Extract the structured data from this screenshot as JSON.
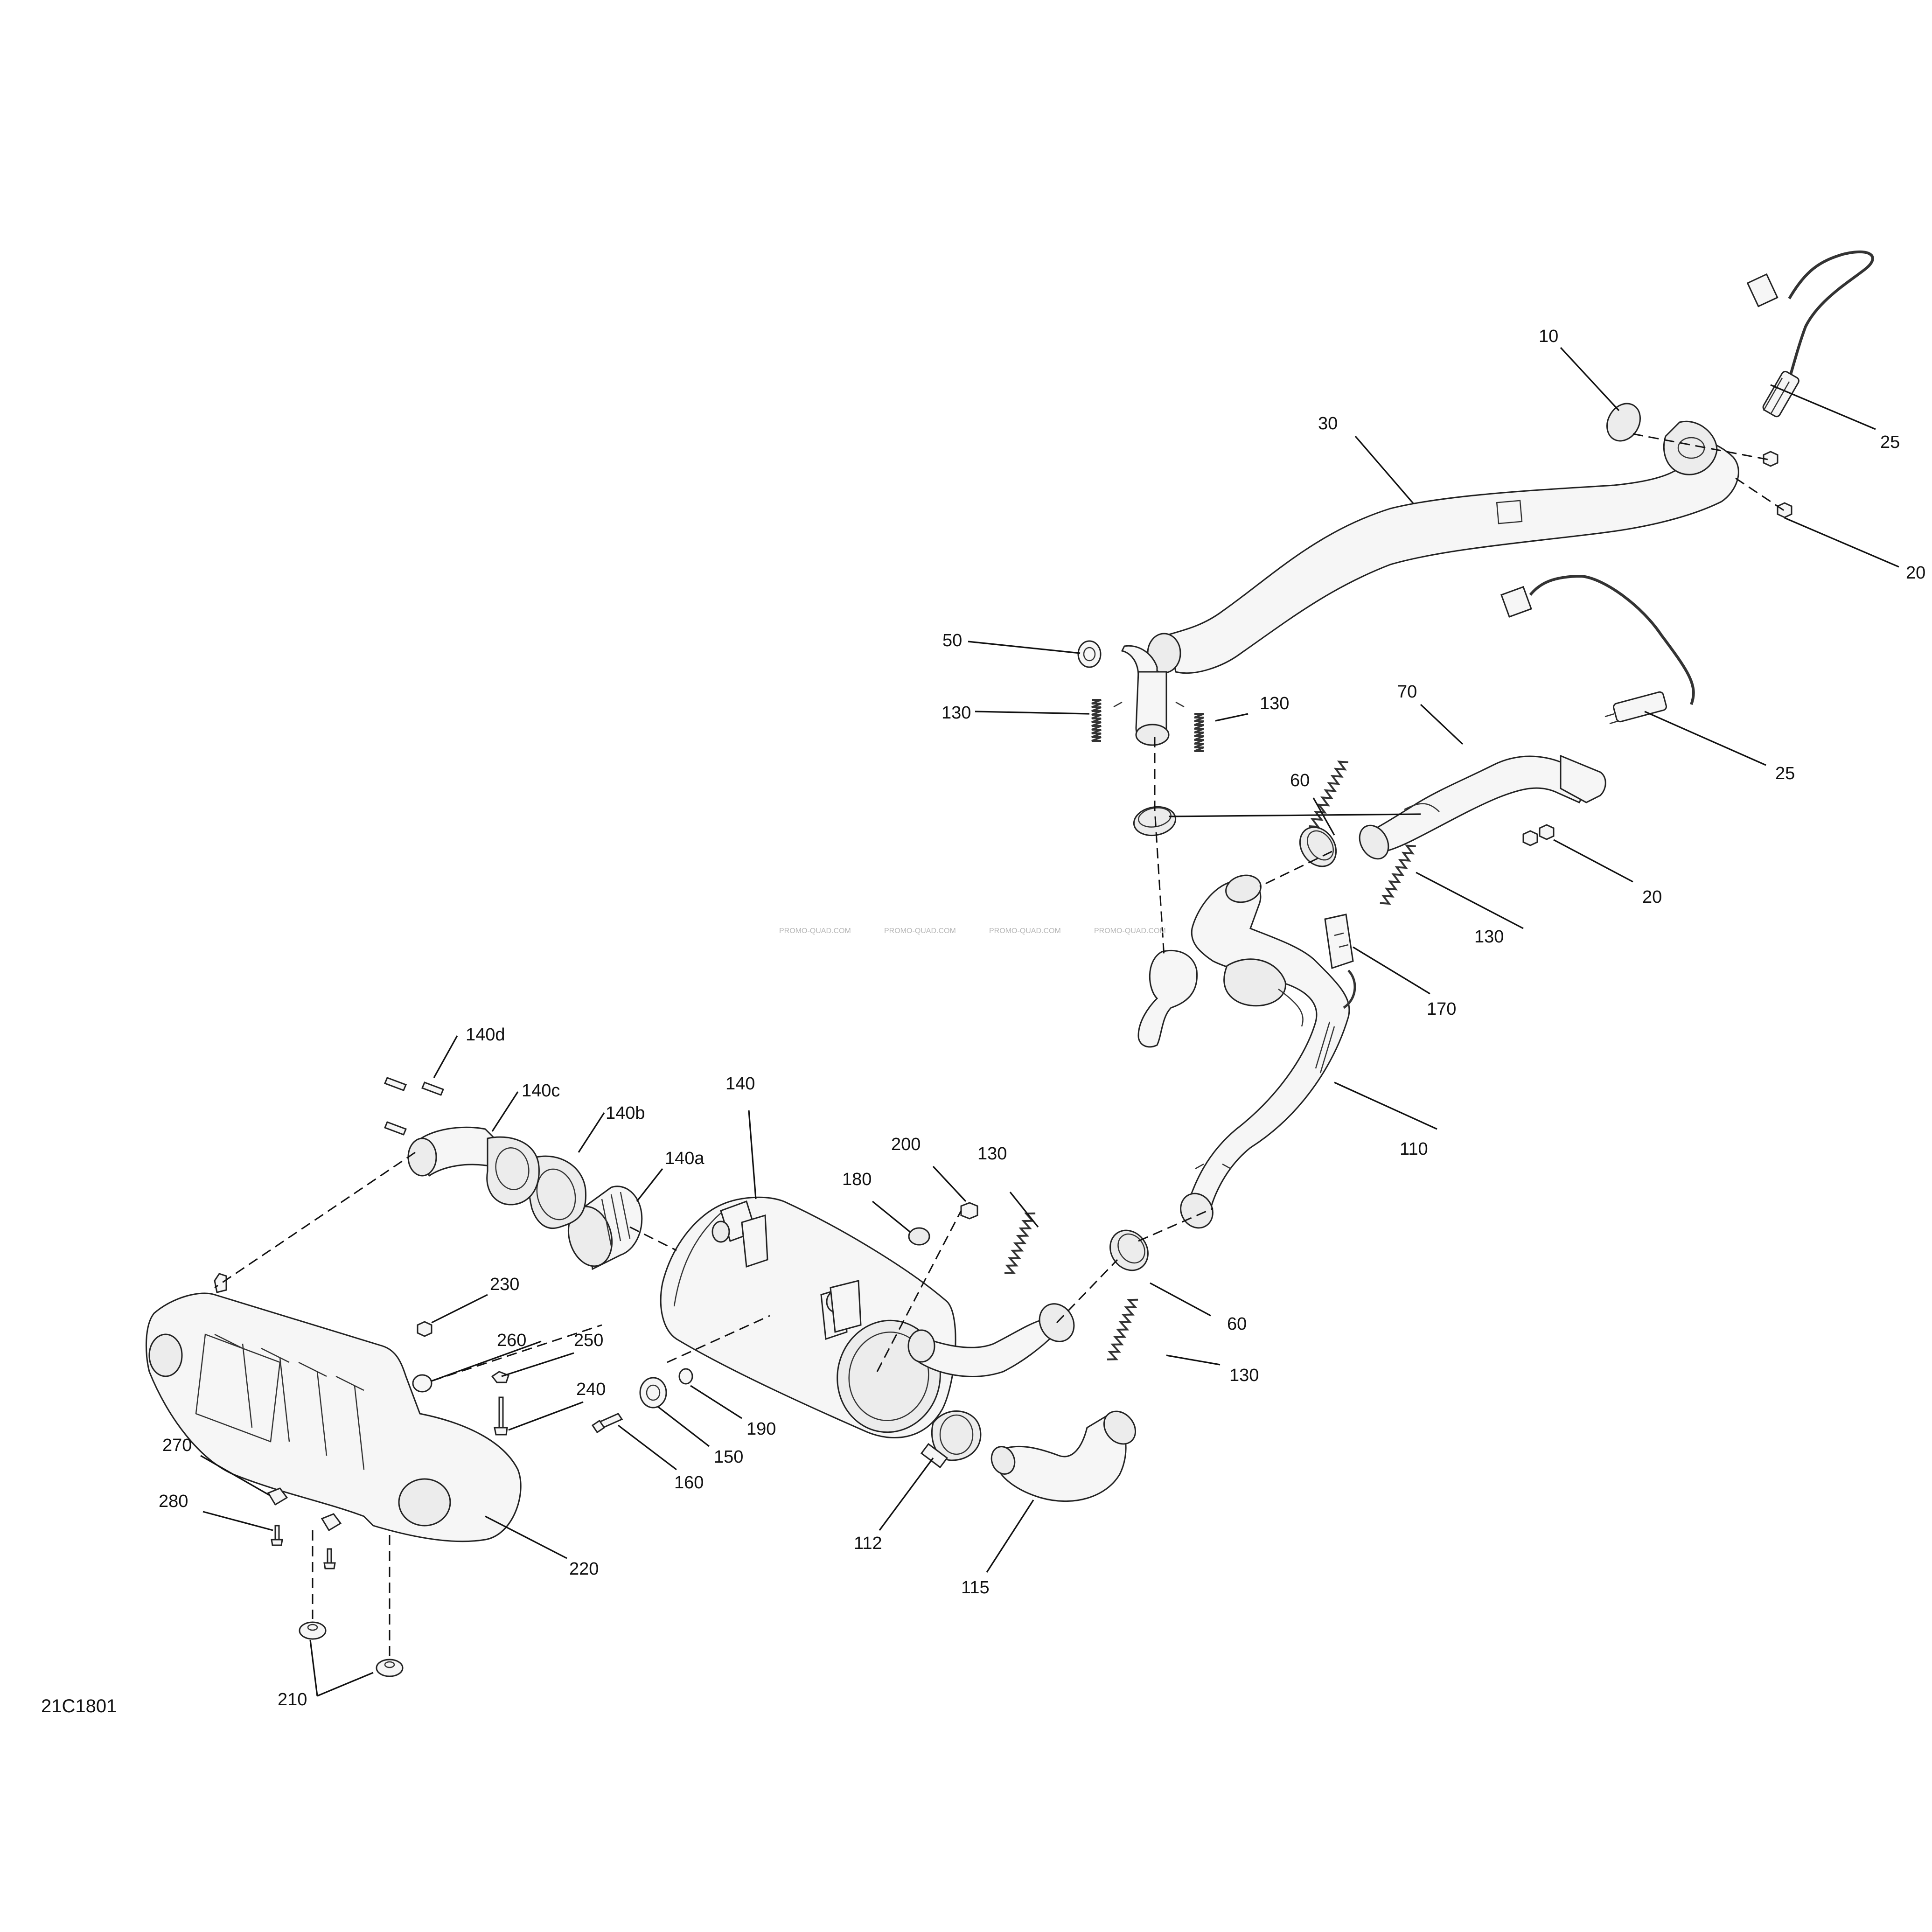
{
  "diagram": {
    "reference_code": "21C1801",
    "watermarks": [
      "PROMO-QUAD.COM",
      "PROMO-QUAD.COM",
      "PROMO-QUAD.COM",
      "PROMO-QUAD.COM"
    ],
    "callouts": {
      "c10": "10",
      "c25a": "25",
      "c25b": "25",
      "c30": "30",
      "c20a": "20",
      "c20b": "20",
      "c50": "50",
      "c130a": "130",
      "c130b": "130",
      "c130c": "130",
      "c130d": "130",
      "c130e": "130",
      "c70": "70",
      "c60a": "60",
      "c60b": "60",
      "c170": "170",
      "c110": "110",
      "c140": "140",
      "c140a": "140a",
      "c140b": "140b",
      "c140c": "140c",
      "c140d": "140d",
      "c200": "200",
      "c180": "180",
      "c230": "230",
      "c260": "260",
      "c250": "250",
      "c240": "240",
      "c270": "270",
      "c280": "280",
      "c220": "220",
      "c210": "210",
      "c150": "150",
      "c190": "190",
      "c160": "160",
      "c112": "112",
      "c115": "115"
    }
  }
}
